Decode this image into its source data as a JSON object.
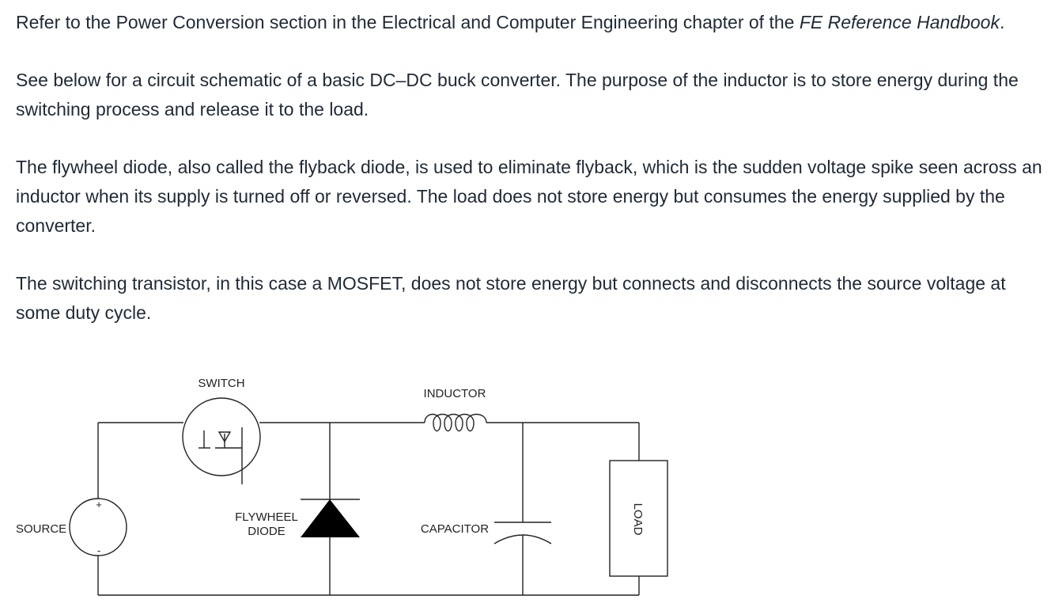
{
  "paragraphs": {
    "p1_prefix": "Refer to the Power Conversion section in the Electrical and Computer Engineering chapter of the ",
    "p1_emph": "FE Reference Handbook",
    "p1_suffix": ".",
    "p2": "See below for a circuit schematic of a basic DC–DC buck converter. The purpose of the inductor is to store energy during the switching process and release it to the load.",
    "p3": "The flywheel diode, also called the flyback diode, is used to eliminate flyback, which is the sudden voltage spike seen across an inductor when its supply is turned off or reversed. The load does not store energy but consumes the energy supplied by the converter.",
    "p4": "The switching transistor, in this case a MOSFET, does not store energy but connects and disconnects the source voltage at some duty cycle."
  },
  "schematic": {
    "switch_label": "SWITCH",
    "inductor_label": "INDUCTOR",
    "source_label": "SOURCE",
    "diode_label_line1": "FLYWHEEL",
    "diode_label_line2": "DIODE",
    "capacitor_label": "CAPACITOR",
    "load_label": "LOAD",
    "plus_sign": "+",
    "minus_sign": "-"
  }
}
